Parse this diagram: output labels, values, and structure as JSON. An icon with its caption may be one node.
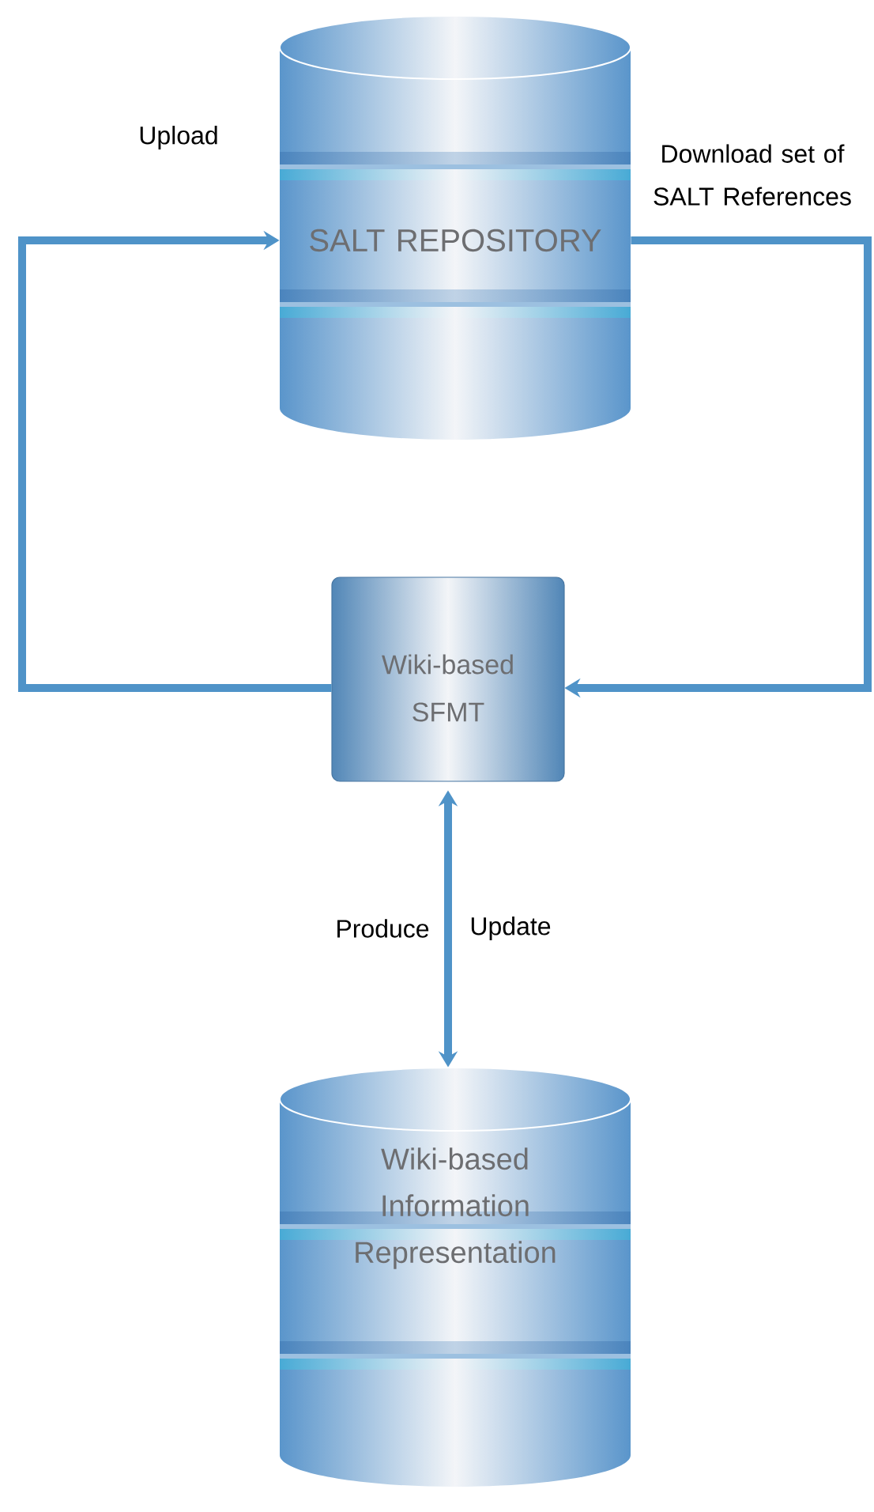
{
  "diagram": {
    "nodes": [
      {
        "text": [
          "SALT REPOSITORY"
        ]
      },
      {
        "text": [
          "Wiki-based SFMT"
        ]
      },
      {
        "text": [
          "Wiki-based Information Representation"
        ]
      }
    ],
    "edges": [
      {
        "from": 1,
        "to": 0,
        "arrow": "to",
        "label": "Upload"
      },
      {
        "from": 0,
        "to": 1,
        "arrow": "to",
        "label": "Download set of SALT References"
      },
      {
        "from": 1,
        "to": 2,
        "arrow": "both",
        "label": "Produce"
      }
    ],
    "labels": [
      "Update"
    ]
  }
}
